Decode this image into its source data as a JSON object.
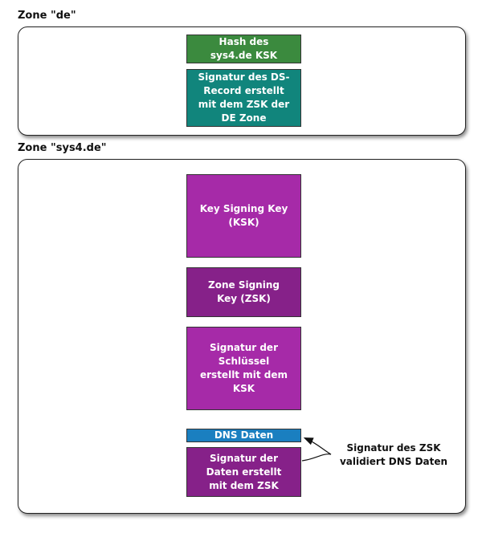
{
  "zones": {
    "de": {
      "label": "Zone \"de\""
    },
    "sys4": {
      "label": "Zone \"sys4.de\""
    }
  },
  "boxes": {
    "hash_ksk": {
      "text": "Hash des\nsys4.de KSK",
      "color": "#3b8a3e"
    },
    "ds_signature": {
      "text": "Signatur des DS-\nRecord erstellt\nmit dem ZSK der\nDE Zone",
      "color": "#11857c"
    },
    "ksk": {
      "text": "Key Signing Key\n(KSK)",
      "color": "#a62aa8"
    },
    "zsk": {
      "text": "Zone Signing\nKey (ZSK)",
      "color": "#862189"
    },
    "key_signature": {
      "text": "Signatur der\nSchlüssel\nerstellt mit dem\nKSK",
      "color": "#a62aa8"
    },
    "dns_data": {
      "text": "DNS Daten",
      "color": "#1a7fc0"
    },
    "data_signature": {
      "text": "Signatur der\nDaten erstellt\nmit dem ZSK",
      "color": "#862189"
    }
  },
  "annotation": {
    "text": "Signatur des ZSK\nvalidiert DNS Daten"
  }
}
